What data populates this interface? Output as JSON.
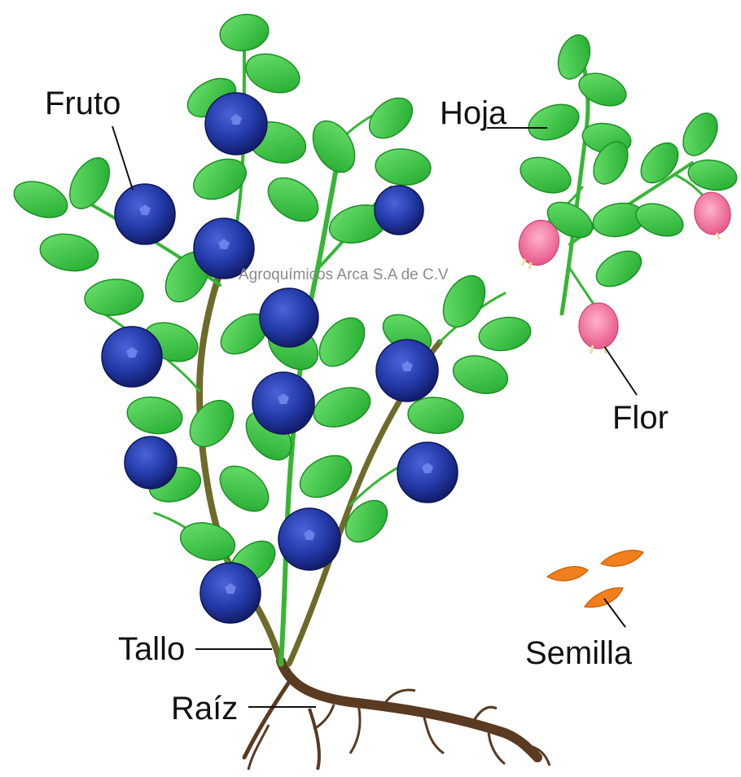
{
  "labels": {
    "fruit": "Fruto",
    "leaf": "Hoja",
    "flower": "Flor",
    "stem": "Tallo",
    "root": "Raíz",
    "seed": "Semilla"
  },
  "watermark": "Agroquímicos Arca S.A de C.V",
  "colors": {
    "leaf": "#2fbf3a",
    "leaf_light": "#63e06a",
    "stem": "#37b535",
    "woody_stem": "#6e6a2a",
    "root": "#5a3a20",
    "berry": "#1e2f9c",
    "berry_light": "#3f57d0",
    "flower": "#f27aa0",
    "seed": "#f07f1c"
  }
}
